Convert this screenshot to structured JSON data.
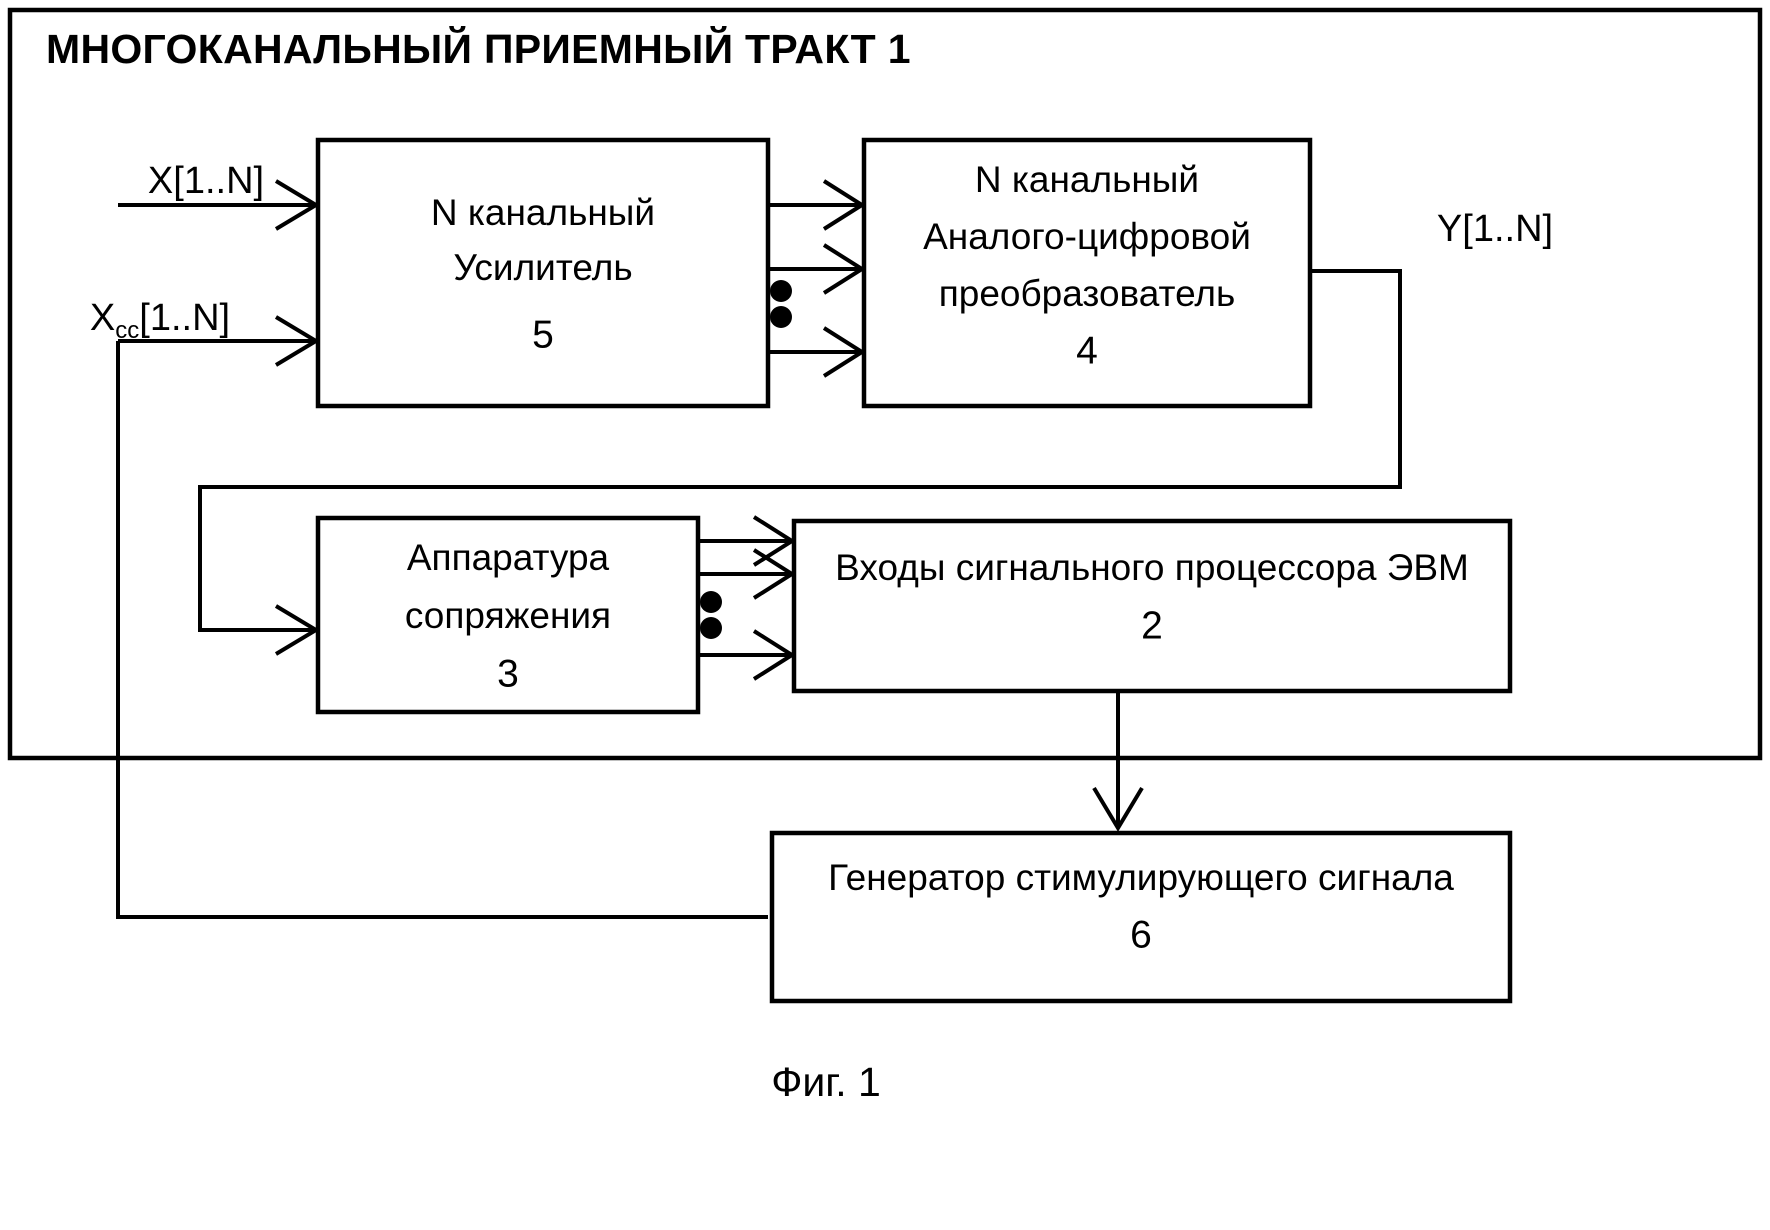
{
  "figure": {
    "caption": "Фиг. 1",
    "container": {
      "title": "МНОГОКАНАЛЬНЫЙ ПРИЕМНЫЙ ТРАКТ 1",
      "ref": "1"
    },
    "blocks": [
      {
        "id": "amplifier",
        "line1": "N канальный",
        "line2": "Усилитель",
        "ref": "5"
      },
      {
        "id": "adc",
        "line1": "N канальный",
        "line2": "Аналого-цифровой",
        "line3": "преобразователь",
        "ref": "4"
      },
      {
        "id": "interface",
        "line1": "Аппаратура",
        "line2": "сопряжения",
        "ref": "3"
      },
      {
        "id": "dsp-inputs",
        "line1": "Входы сигнального процессора ЭВМ",
        "ref": "2"
      },
      {
        "id": "generator",
        "line1": "Генератор стимулирующего сигнала",
        "ref": "6"
      }
    ],
    "signals": {
      "input_x": "X[1..N]",
      "input_xcc_base": "X",
      "input_xcc_sub": "cc",
      "input_xcc_tail": "[1..N]",
      "output_y": "Y[1..N]"
    },
    "colors": {
      "stroke": "#000000",
      "background": "#ffffff"
    }
  }
}
